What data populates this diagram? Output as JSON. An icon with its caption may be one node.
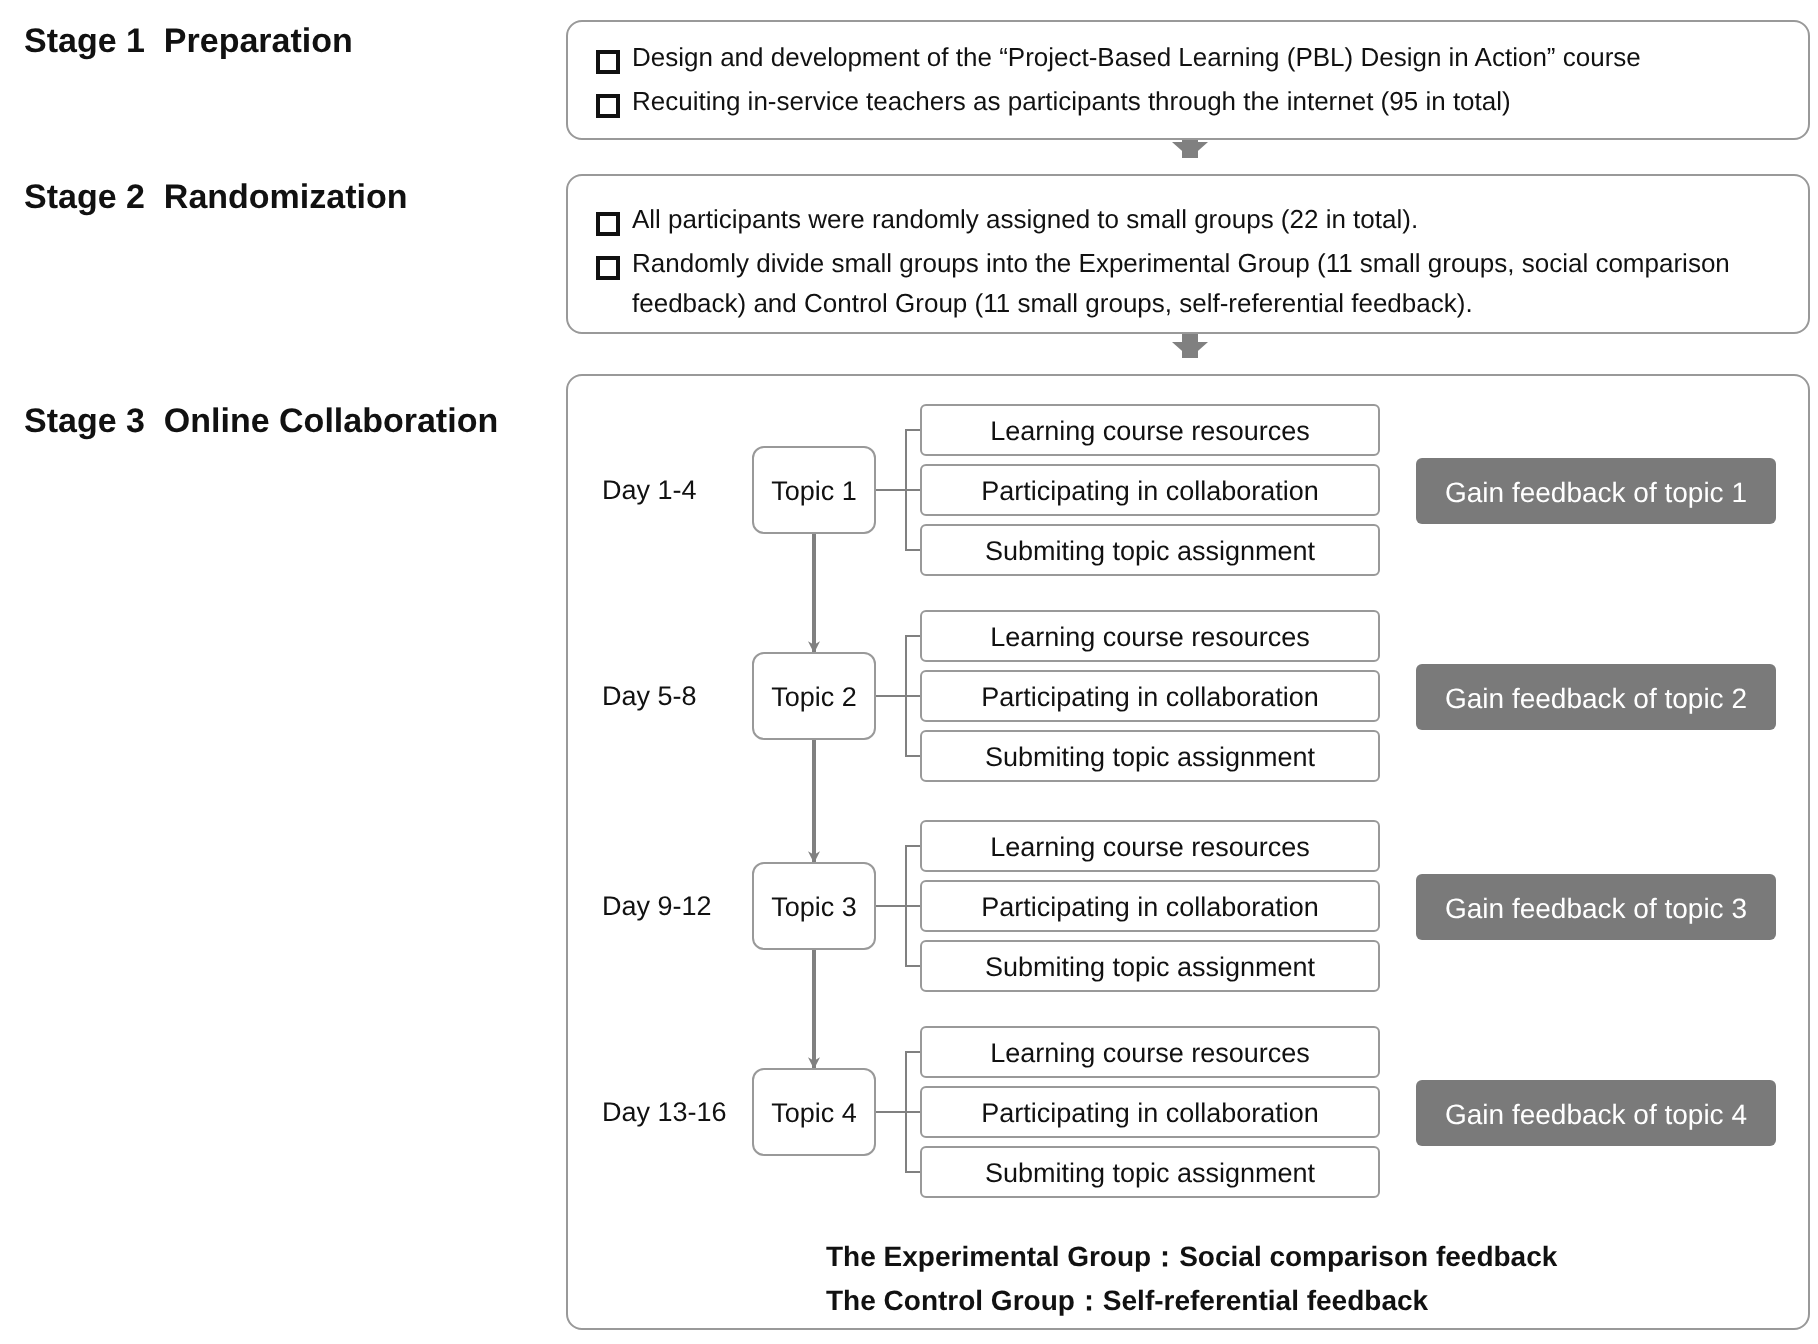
{
  "diagram": {
    "nodes": [
      {
        "text": [
          "Design and development of the “Project-Based Learning (PBL) Design in Action” course",
          "Recuiting in-service teachers as participants through the internet (95 in total)"
        ]
      },
      {
        "text": [
          "All participants were randomly assigned to small groups (22 in total).",
          "Randomly divide small groups into the Experimental Group (11 small groups, social comparison feedback) and Control Group (11 small groups, self-referential feedback)."
        ]
      },
      {
        "text": [
          "The Experimental Group：Social comparison feedback",
          "The Control Group：Self-referential feedback"
        ]
      },
      {
        "text": [
          "Topic 1"
        ],
        "in": 2,
        "beside": [
          "Day 1-4"
        ]
      },
      {
        "text": [
          "Learning course resources"
        ],
        "in": 2
      },
      {
        "text": [
          "Participating in collaboration"
        ],
        "in": 2
      },
      {
        "text": [
          "Submiting topic assignment"
        ],
        "in": 2
      },
      {
        "text": [
          "Gain feedback of topic 1"
        ],
        "in": 2
      },
      {
        "text": [
          "Topic 2"
        ],
        "in": 2,
        "beside": [
          "Day 5-8"
        ]
      },
      {
        "text": [
          "Learning course resources"
        ],
        "in": 2
      },
      {
        "text": [
          "Participating in collaboration"
        ],
        "in": 2
      },
      {
        "text": [
          "Submiting topic assignment"
        ],
        "in": 2
      },
      {
        "text": [
          "Gain feedback of topic 2"
        ],
        "in": 2
      },
      {
        "text": [
          "Topic 3"
        ],
        "in": 2,
        "beside": [
          "Day 9-12"
        ]
      },
      {
        "text": [
          "Learning course resources"
        ],
        "in": 2
      },
      {
        "text": [
          "Participating in collaboration"
        ],
        "in": 2
      },
      {
        "text": [
          "Submiting topic assignment"
        ],
        "in": 2
      },
      {
        "text": [
          "Gain feedback of topic 3"
        ],
        "in": 2
      },
      {
        "text": [
          "Topic 4"
        ],
        "in": 2,
        "beside": [
          "Day 13-16"
        ]
      },
      {
        "text": [
          "Learning course resources"
        ],
        "in": 2
      },
      {
        "text": [
          "Participating in collaboration"
        ],
        "in": 2
      },
      {
        "text": [
          "Submiting topic assignment"
        ],
        "in": 2
      },
      {
        "text": [
          "Gain feedback of topic 4"
        ],
        "in": 2
      }
    ],
    "edges": [
      {
        "from": 0,
        "to": 1,
        "arrow": "to",
        "style": "thick"
      },
      {
        "from": 1,
        "to": 2,
        "arrow": "to",
        "style": "thick"
      },
      {
        "from": 3,
        "to": 4,
        "arrow": "none"
      },
      {
        "from": 3,
        "to": 5,
        "arrow": "none"
      },
      {
        "from": 3,
        "to": 6,
        "arrow": "none"
      },
      {
        "from": 3,
        "to": 8,
        "arrow": "to"
      },
      {
        "from": 8,
        "to": 9,
        "arrow": "none"
      },
      {
        "from": 8,
        "to": 10,
        "arrow": "none"
      },
      {
        "from": 8,
        "to": 11,
        "arrow": "none"
      },
      {
        "from": 8,
        "to": 13,
        "arrow": "to"
      },
      {
        "from": 13,
        "to": 14,
        "arrow": "none"
      },
      {
        "from": 13,
        "to": 15,
        "arrow": "none"
      },
      {
        "from": 13,
        "to": 16,
        "arrow": "none"
      },
      {
        "from": 13,
        "to": 18,
        "arrow": "to"
      },
      {
        "from": 18,
        "to": 19,
        "arrow": "none"
      },
      {
        "from": 18,
        "to": 20,
        "arrow": "none"
      },
      {
        "from": 18,
        "to": 21,
        "arrow": "none"
      }
    ],
    "labels": [
      "Stage 1  Preparation",
      "Stage 2  Randomization",
      "Stage 3  Online Collaboration"
    ]
  }
}
